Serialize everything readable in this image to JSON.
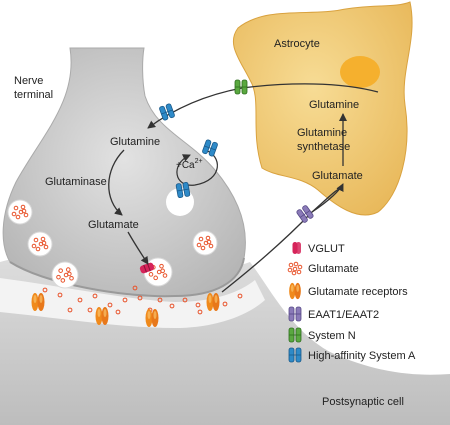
{
  "labels": {
    "nerve_terminal_line1": "Nerve",
    "nerve_terminal_line2": "terminal",
    "astrocyte": "Astrocyte",
    "neuron_glutamine": "Glutamine",
    "glutaminase": "Glutaminase",
    "neuron_glutamate": "Glutamate",
    "calcium_prefix": "+Ca",
    "calcium_superscript": "2+",
    "astro_glutamine": "Glutamine",
    "synthetase_line1": "Glutamine",
    "synthetase_line2": "synthetase",
    "astro_glutamate": "Glutamate",
    "postsynaptic": "Postsynaptic cell"
  },
  "legend": [
    {
      "key": "vglut",
      "label": "VGLUT",
      "icon": "vglut-icon",
      "color": "#d6245a"
    },
    {
      "key": "glutamate",
      "label": "Glutamate",
      "icon": "glutamate-cluster-icon",
      "color": "#e8542c"
    },
    {
      "key": "receptors",
      "label": "Glutamate receptors",
      "icon": "receptor-icon",
      "color": "#f08a1c"
    },
    {
      "key": "eaat",
      "label": "EAAT1/EAAT2",
      "icon": "eaat-transporter-icon",
      "color": "#8a7ab8"
    },
    {
      "key": "systemn",
      "label": "System N",
      "icon": "system-n-icon",
      "color": "#5aa840"
    },
    {
      "key": "systema",
      "label": "High-affinity System A",
      "icon": "system-a-icon",
      "color": "#2e8ac8"
    }
  ],
  "colors": {
    "astrocyte_fill": "#f2c86a",
    "astrocyte_nucleus": "#f5b02e",
    "neuron_fill": "#cfcfcf",
    "postsynaptic_fill": "#cccccc",
    "arrow": "#333333"
  }
}
